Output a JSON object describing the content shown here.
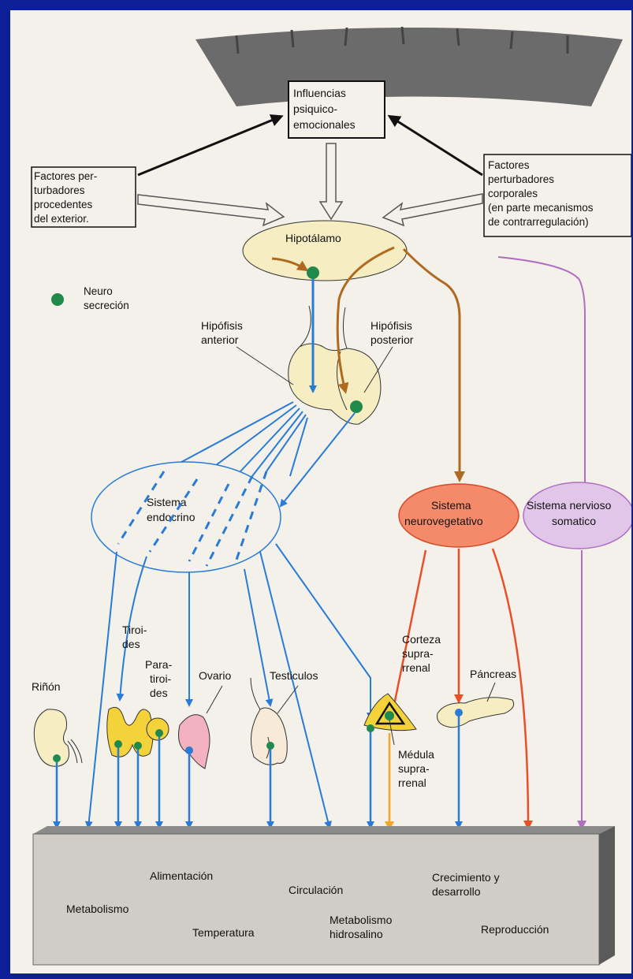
{
  "top_box": [
    "Influencias",
    "psiquico-",
    "emocionales"
  ],
  "left_box": [
    "Factores per-",
    "turbadores",
    "procedentes",
    "del exterior."
  ],
  "right_box": [
    "Factores",
    "perturbadores",
    "corporales",
    "(en parte mecanismos",
    "de contrarregulación)"
  ],
  "hypothalamus": "Hipotálamo",
  "legend": [
    "Neuro",
    "secreción"
  ],
  "pit_anterior": [
    "Hipófisis",
    "anterior"
  ],
  "pit_posterior": [
    "Hipófisis",
    "posterior"
  ],
  "endocrine": [
    "Sistema",
    "endocrino"
  ],
  "neuroveg": [
    "Sistema",
    "neurovegetativo"
  ],
  "somatic": [
    "Sistema nervioso",
    "somatico"
  ],
  "organs": {
    "rinon": "Riñón",
    "tiroides": [
      "Tiroi-",
      "des"
    ],
    "paratiroides": [
      "Para-",
      "tiroi-",
      "des"
    ],
    "ovario": "Ovario",
    "testiculos": "Testiculos",
    "corteza": [
      "Corteza",
      "supra-",
      "rrenal"
    ],
    "medula": [
      "Médula",
      "supra-",
      "rrenal"
    ],
    "pancreas": "Páncreas"
  },
  "functions": {
    "alimentacion": "Alimentación",
    "metabolismo": "Metabolismo",
    "temperatura": "Temperatura",
    "circulacion": "Circulación",
    "metab_hidro": [
      "Metabolismo",
      "hidrosalino"
    ],
    "crecimiento": [
      "Crecimiento y",
      "desarrollo"
    ],
    "reproduccion": "Reproducción"
  },
  "colors": {
    "blue": "#2a7bd6",
    "brown": "#b06a20",
    "orange_red": "#e8502a",
    "purple": "#b06fc0",
    "green": "#1f8a4c",
    "yellow_organ": "#f4d23a"
  }
}
